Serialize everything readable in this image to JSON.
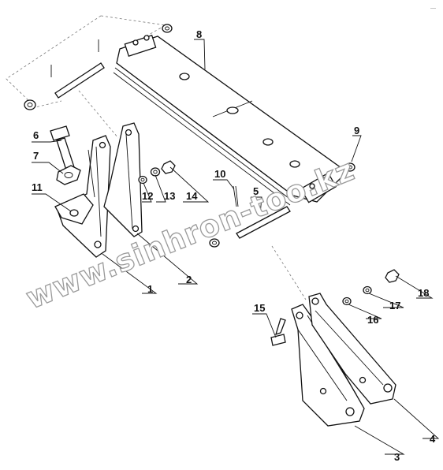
{
  "diagram": {
    "callouts": [
      {
        "id": "1",
        "label": "1"
      },
      {
        "id": "2",
        "label": "2"
      },
      {
        "id": "3",
        "label": "3"
      },
      {
        "id": "4",
        "label": "4"
      },
      {
        "id": "5",
        "label": "5"
      },
      {
        "id": "6",
        "label": "6"
      },
      {
        "id": "7",
        "label": "7"
      },
      {
        "id": "8",
        "label": "8"
      },
      {
        "id": "9",
        "label": "9"
      },
      {
        "id": "10",
        "label": "10"
      },
      {
        "id": "11",
        "label": "11"
      },
      {
        "id": "12",
        "label": "12"
      },
      {
        "id": "13",
        "label": "13"
      },
      {
        "id": "14",
        "label": "14"
      },
      {
        "id": "15",
        "label": "15"
      },
      {
        "id": "16",
        "label": "16"
      },
      {
        "id": "17",
        "label": "17"
      },
      {
        "id": "18",
        "label": "18"
      }
    ],
    "watermark": "www.sinhron-too.kz",
    "corner_mark": "—"
  }
}
